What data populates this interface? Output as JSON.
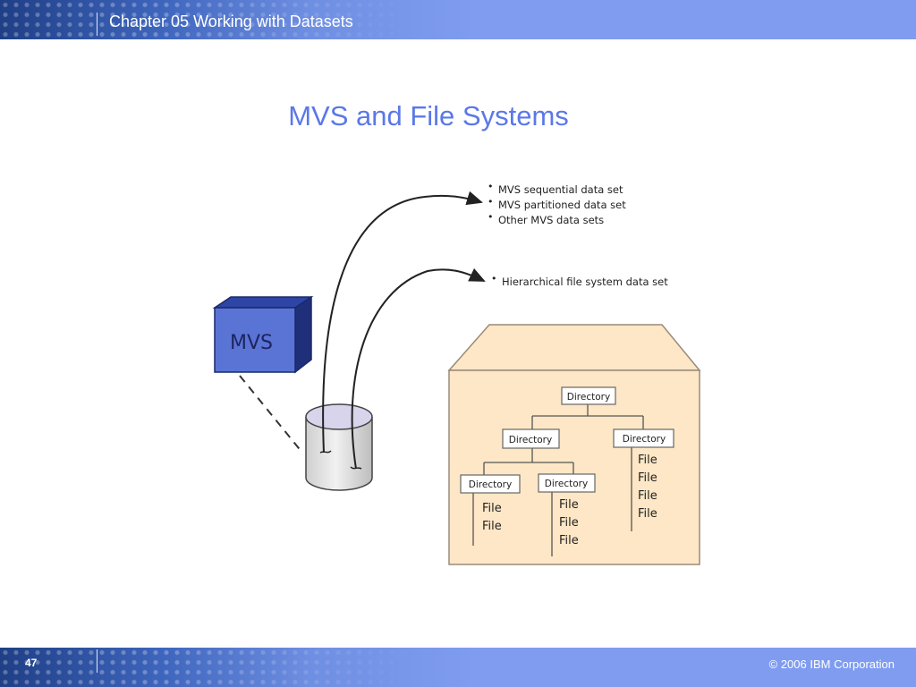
{
  "header": {
    "chapter_title": "Chapter 05 Working with Datasets"
  },
  "slide": {
    "title": "MVS and File Systems"
  },
  "diagram": {
    "system_label": "MVS",
    "mvs_datasets": [
      "MVS sequential data set",
      "MVS partitioned data set",
      "Other MVS data sets"
    ],
    "hfs_dataset": "Hierarchical file system data set",
    "tree": {
      "root_label": "Directory",
      "left_label": "Directory",
      "right_label": "Directory",
      "leaf_a_label": "Directory",
      "leaf_b_label": "Directory",
      "right_files": [
        "File",
        "File",
        "File",
        "File"
      ],
      "leaf_a_files": [
        "File",
        "File"
      ],
      "leaf_b_files": [
        "File",
        "File",
        "File"
      ]
    },
    "colors": {
      "cube_front": "#5a74d6",
      "cube_top": "#2f45a6",
      "cube_side": "#1f2f7a",
      "folder_fill": "#fde7c6",
      "folder_stroke": "#9a8a78"
    }
  },
  "footer": {
    "page_number": "47",
    "copyright": "© 2006 IBM Corporation"
  }
}
